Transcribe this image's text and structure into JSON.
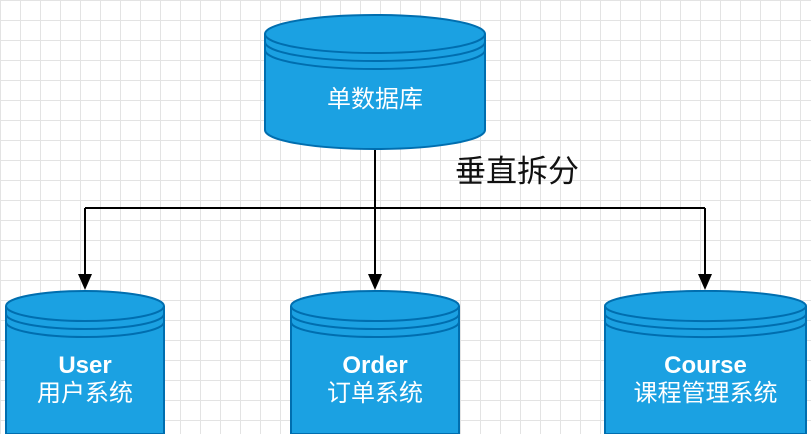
{
  "diagram": {
    "root": {
      "label": "单数据库"
    },
    "edge_label": "垂直拆分",
    "children": [
      {
        "name": "User",
        "label": "用户系统"
      },
      {
        "name": "Order",
        "label": "订单系统"
      },
      {
        "name": "Course",
        "label": "课程管理系统"
      }
    ],
    "colors": {
      "cylinder_fill": "#1ba1e2",
      "cylinder_stroke": "#006eaf",
      "line": "#000000"
    }
  }
}
